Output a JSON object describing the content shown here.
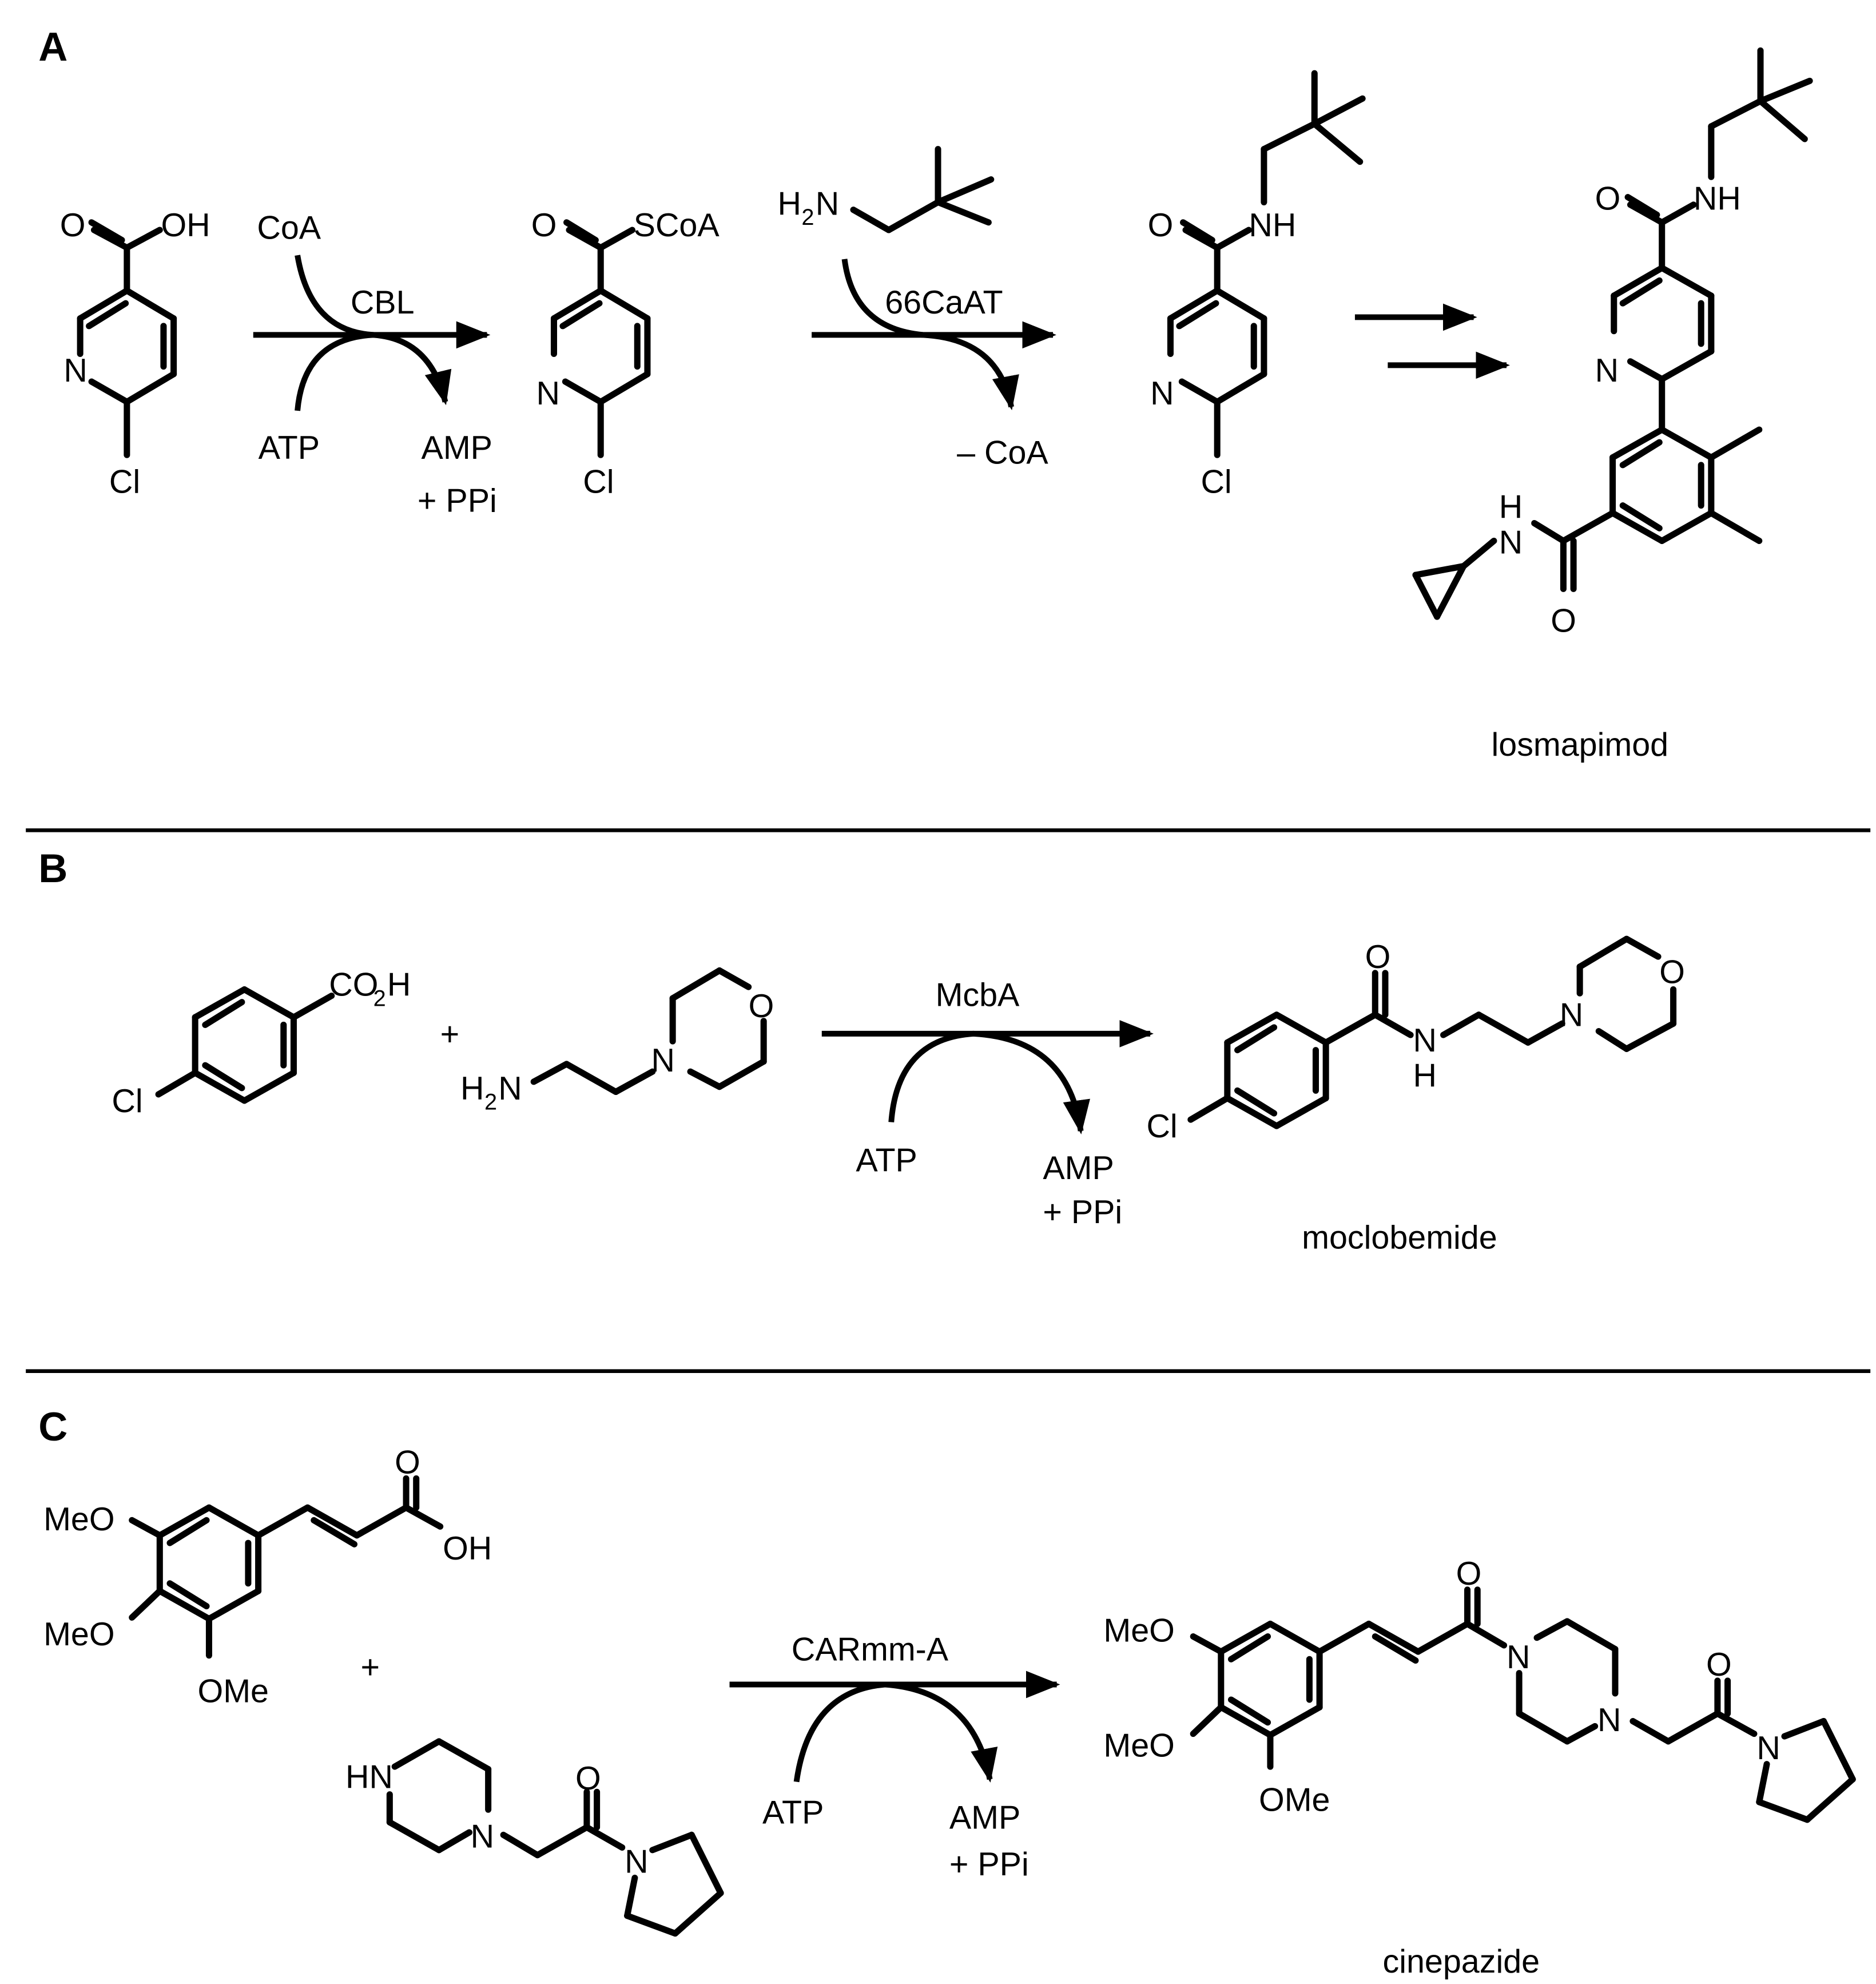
{
  "panels": {
    "a": {
      "label": "A",
      "reactant": {
        "acid": {
          "O": "O",
          "OH": "OH"
        },
        "ring_N": "N",
        "Cl": "Cl"
      },
      "step1": {
        "enzyme": "CBL",
        "cosubstrate_in": "CoA",
        "cofactor_in": "ATP",
        "byproduct_1": "AMP",
        "byproduct_2": "+ PPi"
      },
      "intermediate": {
        "O": "O",
        "SCoA": "SCoA",
        "ring_N": "N",
        "Cl": "Cl"
      },
      "step2": {
        "enzyme": "66CaAT",
        "amine_H": "H",
        "amine_sub": "2",
        "amine_N": "N",
        "byproduct": "– CoA"
      },
      "amide": {
        "O": "O",
        "NH": "NH",
        "ring_N": "N",
        "Cl": "Cl"
      },
      "product": {
        "O_top": "O",
        "NH_top": "NH",
        "ring_N": "N",
        "H_bottom": "H",
        "N_bottom": "N",
        "O_bottom": "O",
        "name": "losmapimod"
      }
    },
    "b": {
      "label": "B",
      "acid": {
        "CO2H_1": "CO",
        "CO2H_sub": "2",
        "CO2H_2": "H",
        "Cl": "Cl"
      },
      "plus": "+",
      "amine": {
        "H": "H",
        "sub": "2",
        "N": "N",
        "morph_N": "N",
        "morph_O": "O"
      },
      "step": {
        "enzyme": "McbA",
        "cofactor_in": "ATP",
        "byproduct_1": "AMP",
        "byproduct_2": "+ PPi"
      },
      "product": {
        "O": "O",
        "N": "N",
        "H": "H",
        "morph_N": "N",
        "morph_O": "O",
        "Cl": "Cl",
        "name": "moclobemide"
      }
    },
    "c": {
      "label": "C",
      "acid": {
        "OMe_1": "MeO",
        "OMe_2": "MeO",
        "OMe_3": "OMe",
        "O": "O",
        "OH": "OH"
      },
      "plus": "+",
      "amine": {
        "HN": "HN",
        "N1": "N",
        "O": "O",
        "N2": "N"
      },
      "step": {
        "enzyme": "CARmm-A",
        "cofactor_in": "ATP",
        "byproduct_1": "AMP",
        "byproduct_2": "+ PPi"
      },
      "product": {
        "OMe_1": "MeO",
        "OMe_2": "MeO",
        "OMe_3": "OMe",
        "O1": "O",
        "N1": "N",
        "N2": "N",
        "O2": "O",
        "N3": "N",
        "name": "cinepazide"
      }
    }
  }
}
